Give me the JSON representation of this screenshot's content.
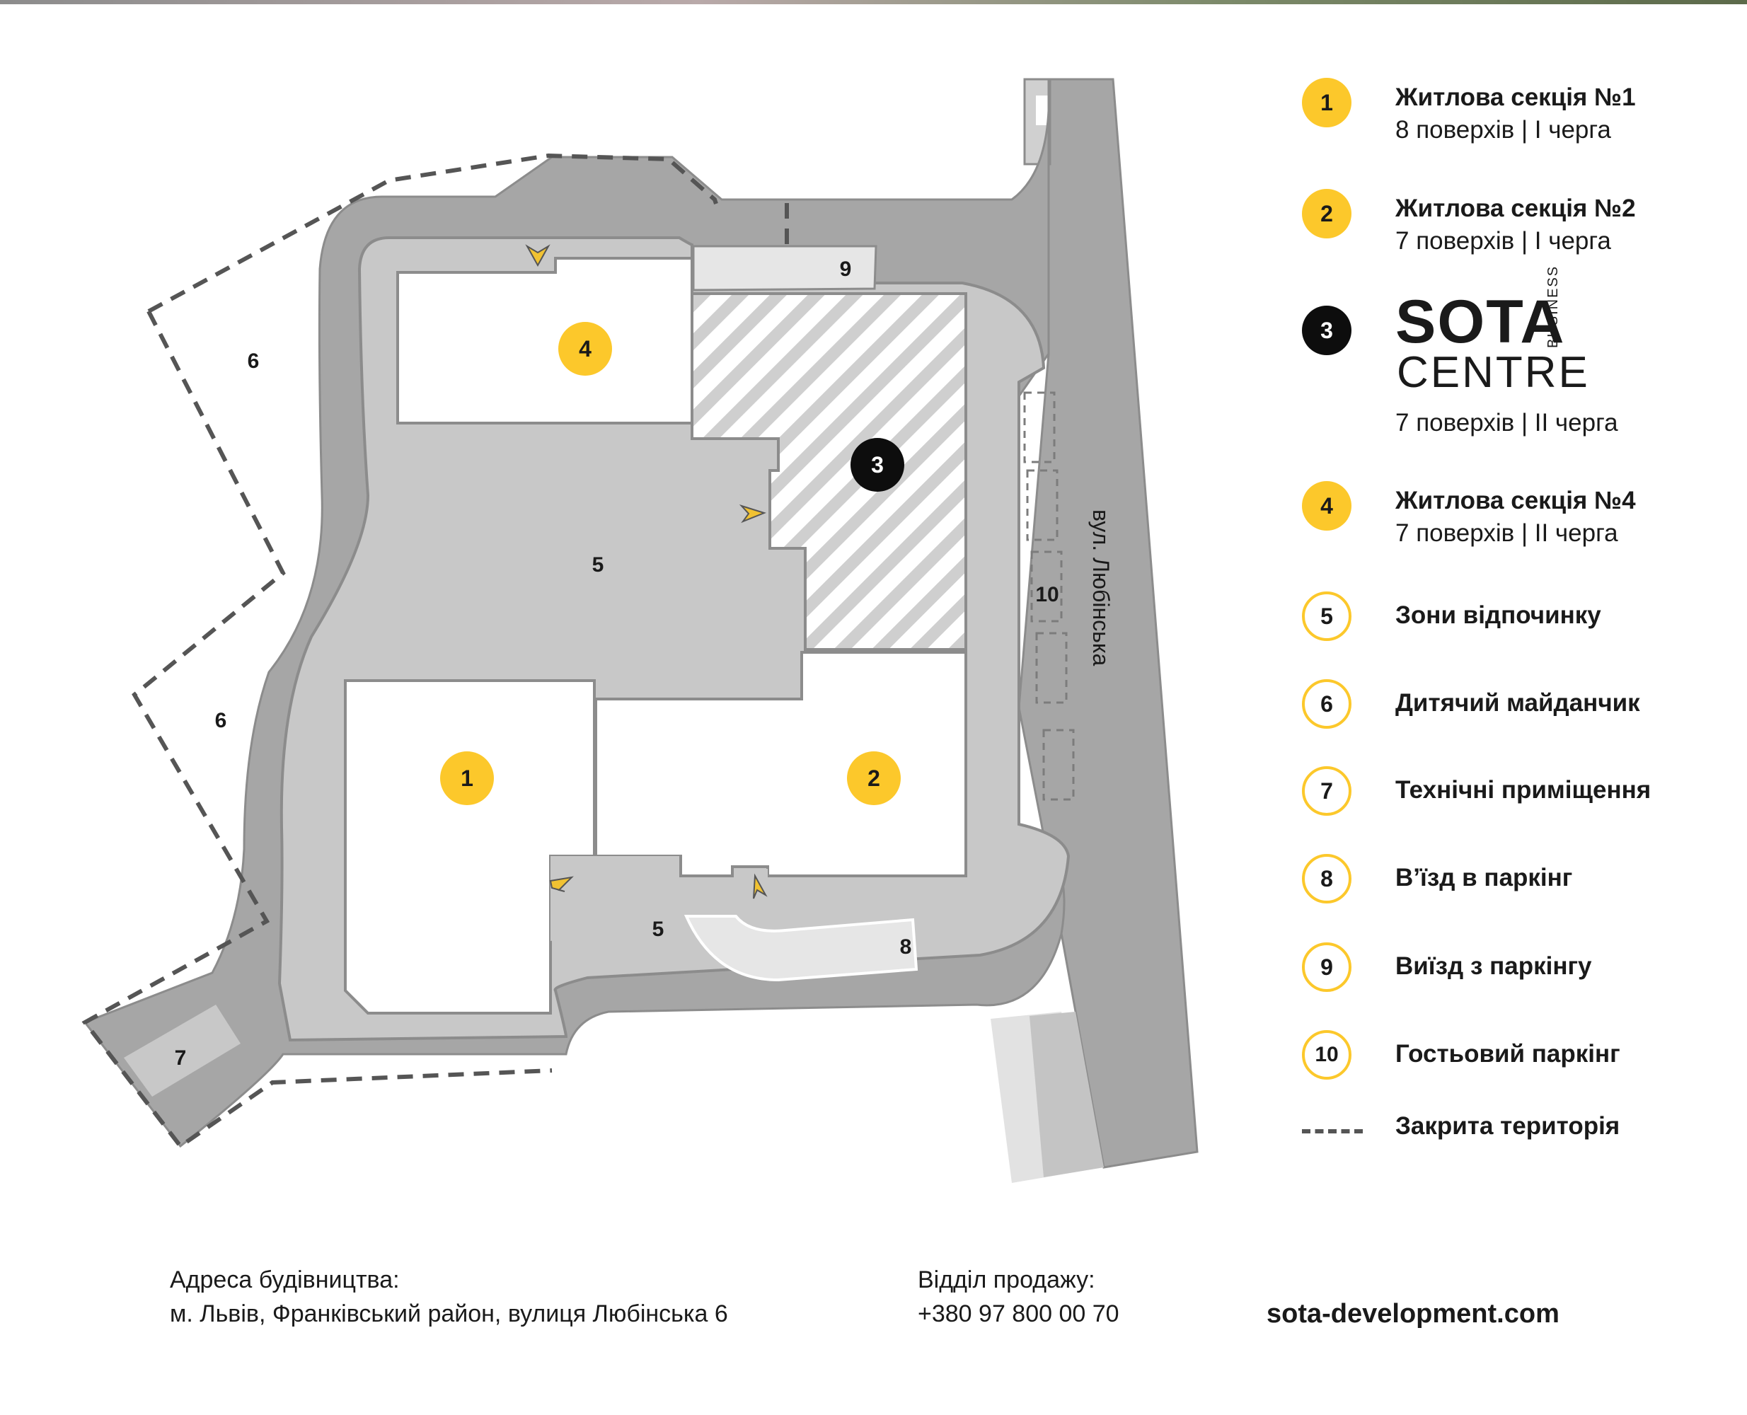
{
  "map": {
    "labels": {
      "zone6_upper": "6",
      "zone6_lower": "6",
      "zone5_main": "5",
      "zone5_small": "5",
      "zone7": "7",
      "zone8": "8",
      "zone9": "9",
      "zone10": "10",
      "street": "вул. Любінська"
    },
    "markers": {
      "building1": "1",
      "building2": "2",
      "building3": "3",
      "building4": "4"
    },
    "colors": {
      "road": "#a6a6a6",
      "yard": "#c8c8c8",
      "light": "#e6e6e6",
      "building": "#ffffff",
      "outline": "#8c8c8c",
      "accent": "#fcc82b",
      "dark": "#0d0d0d"
    }
  },
  "legend": {
    "items": [
      {
        "number": "1",
        "title": "Житлова секція №1",
        "sub": "8 поверхів | І черга"
      },
      {
        "number": "2",
        "title": "Житлова секція №2",
        "sub": "7 поверхів | І черга"
      },
      {
        "number": "3",
        "logo": {
          "line1": "SOTA",
          "line2": "CENTRE",
          "vertical": "BUSINESS"
        },
        "sub": "7 поверхів | ІІ черга"
      },
      {
        "number": "4",
        "title": "Житлова секція №4",
        "sub": "7 поверхів | ІІ черга"
      },
      {
        "number": "5",
        "title": "Зони відпочинку"
      },
      {
        "number": "6",
        "title": "Дитячий майданчик"
      },
      {
        "number": "7",
        "title": "Технічні приміщення"
      },
      {
        "number": "8",
        "title": "В’їзд в паркінг"
      },
      {
        "number": "9",
        "title": "Виїзд з паркінгу"
      },
      {
        "number": "10",
        "title": "Гостьовий паркінг"
      },
      {
        "title": "Закрита територія"
      }
    ]
  },
  "footer": {
    "address_label": "Адреса будівництва:",
    "address": "м. Львів, Франківський район, вулиця Любінська 6",
    "sales_label": "Відділ продажу:",
    "phone": "+380 97 800 00 70",
    "website": "sota-development.com"
  }
}
